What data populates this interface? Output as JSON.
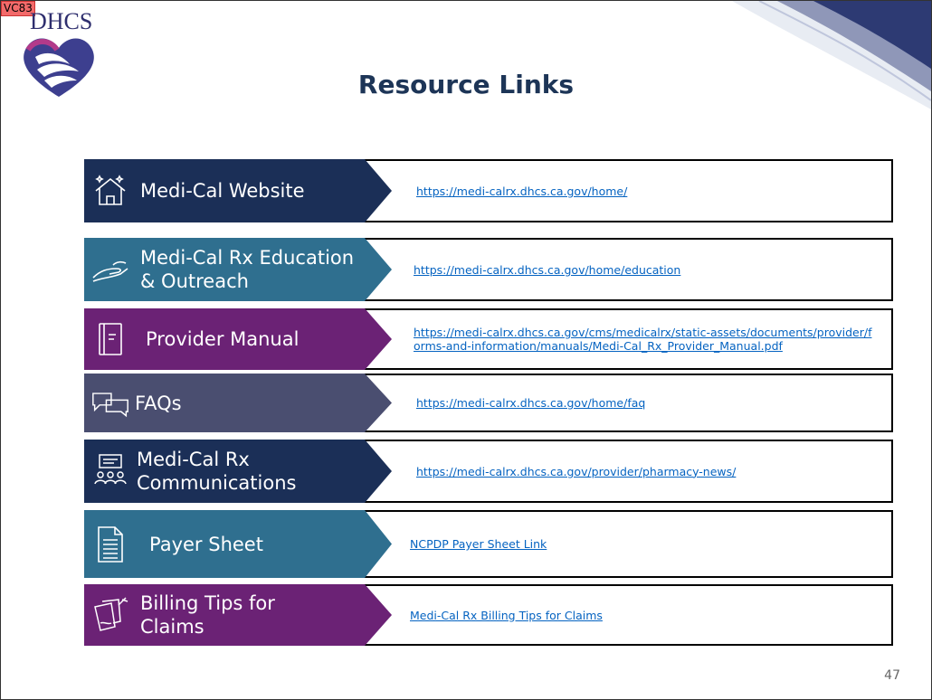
{
  "slide": {
    "tag": "VC83",
    "logo_text": "DHCS",
    "title": "Resource Links",
    "page_number": "47"
  },
  "colors": {
    "navy": "#1b2f57",
    "teal": "#2f6f8f",
    "purple": "#6b2275",
    "slate": "#4a4e70",
    "link": "#0563c1"
  },
  "resources": [
    {
      "label": "Medi-Cal Website",
      "icon": "house-icon",
      "color": "navy",
      "link": "https://medi-calrx.dhcs.ca.gov/home/"
    },
    {
      "label": "Medi-Cal Rx Education & Outreach",
      "icon": "helping-hand-icon",
      "color": "teal",
      "link": "https://medi-calrx.dhcs.ca.gov/home/education"
    },
    {
      "label": "Provider Manual",
      "icon": "book-icon",
      "color": "purple",
      "link": "https://medi-calrx.dhcs.ca.gov/cms/medicalrx/static-assets/documents/provider/forms-and-information/manuals/Medi-Cal_Rx_Provider_Manual.pdf"
    },
    {
      "label": "FAQs",
      "icon": "chat-bubbles-icon",
      "color": "slate",
      "link": "https://medi-calrx.dhcs.ca.gov/home/faq"
    },
    {
      "label": "Medi-Cal Rx Communications",
      "icon": "presentation-audience-icon",
      "color": "navy",
      "link": "https://medi-calrx.dhcs.ca.gov/provider/pharmacy-news/"
    },
    {
      "label": "Payer Sheet",
      "icon": "document-icon",
      "color": "teal",
      "link": "NCPDP Payer Sheet Link"
    },
    {
      "label": "Billing Tips for Claims",
      "icon": "sticky-notes-icon",
      "color": "purple",
      "link": "Medi-Cal Rx Billing Tips for Claims"
    }
  ]
}
